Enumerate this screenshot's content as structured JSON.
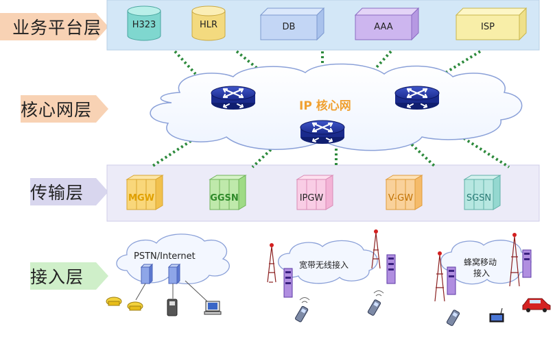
{
  "layers": {
    "service": "业务平台层",
    "core": "核心网层",
    "transport": "传输层",
    "access": "接入层"
  },
  "service_nodes": [
    "H323",
    "HLR",
    "DB",
    "AAA",
    "ISP"
  ],
  "core_cloud_label": "IP 核心网",
  "transport_nodes": [
    "MGW",
    "GGSN",
    "IPGW",
    "V-GW",
    "SGSN"
  ],
  "access": {
    "pstn_cloud": "PSTN/Internet",
    "broadband_cloud": "宽带无线接入",
    "cellular_cloud_line1": "蜂窝移动",
    "cellular_cloud_line2": "接入"
  },
  "colors": {
    "service_band": "#d3e7f7",
    "transport_band": "#ecebf8",
    "service_tag": "#f8d2b4",
    "core_tag": "#f8d2b4",
    "transport_tag": "#d8d6ee",
    "access_tag": "#cfefc9",
    "router": "#1e2f9c",
    "link_dots": "#2d8a3c",
    "core_label": "#f0a030"
  }
}
